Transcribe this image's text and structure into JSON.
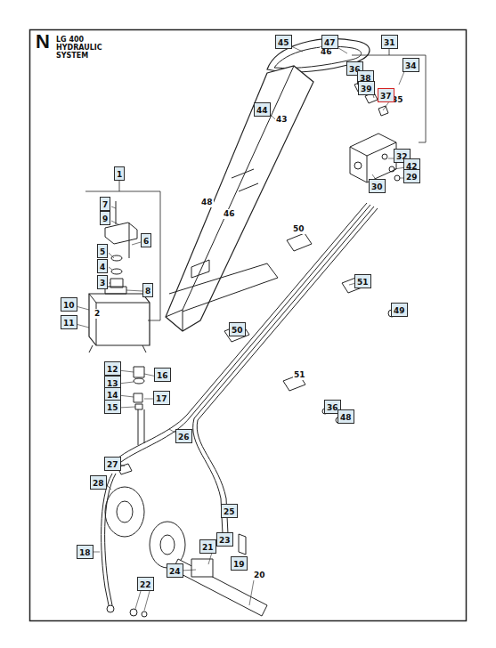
{
  "diagram": {
    "title": "LG 400 HYDRAULIC SYSTEM",
    "nodes": [
      {
        "text": [
          "45"
        ]
      },
      {
        "text": [
          "47"
        ]
      },
      {
        "text": [
          "31"
        ]
      },
      {
        "text": [
          "36"
        ]
      },
      {
        "text": [
          "38"
        ]
      },
      {
        "text": [
          "39"
        ]
      },
      {
        "text": [
          "37"
        ]
      },
      {
        "text": [
          "34"
        ]
      },
      {
        "text": [
          "44"
        ]
      },
      {
        "text": [
          "32"
        ]
      },
      {
        "text": [
          "42"
        ]
      },
      {
        "text": [
          "29"
        ]
      },
      {
        "text": [
          "30"
        ]
      },
      {
        "text": [
          "1"
        ]
      },
      {
        "text": [
          "7"
        ]
      },
      {
        "text": [
          "9"
        ]
      },
      {
        "text": [
          "6"
        ]
      },
      {
        "text": [
          "5"
        ]
      },
      {
        "text": [
          "4"
        ]
      },
      {
        "text": [
          "3"
        ]
      },
      {
        "text": [
          "8"
        ]
      },
      {
        "text": [
          "10"
        ]
      },
      {
        "text": [
          "11"
        ]
      },
      {
        "text": [
          "12"
        ]
      },
      {
        "text": [
          "16"
        ]
      },
      {
        "text": [
          "13"
        ]
      },
      {
        "text": [
          "14"
        ]
      },
      {
        "text": [
          "17"
        ]
      },
      {
        "text": [
          "15"
        ]
      },
      {
        "text": [
          "50"
        ]
      },
      {
        "text": [
          "51"
        ]
      },
      {
        "text": [
          "49"
        ]
      },
      {
        "text": [
          "36"
        ]
      },
      {
        "text": [
          "48"
        ]
      },
      {
        "text": [
          "26"
        ]
      },
      {
        "text": [
          "27"
        ]
      },
      {
        "text": [
          "28"
        ]
      },
      {
        "text": [
          "25"
        ]
      },
      {
        "text": [
          "18"
        ]
      },
      {
        "text": [
          "21"
        ]
      },
      {
        "text": [
          "23"
        ]
      },
      {
        "text": [
          "19"
        ]
      },
      {
        "text": [
          "24"
        ]
      },
      {
        "text": [
          "22"
        ]
      }
    ],
    "labels": [
      "N",
      "46",
      "35",
      "43",
      "48",
      "46",
      "50",
      "51",
      "2",
      "20"
    ]
  }
}
